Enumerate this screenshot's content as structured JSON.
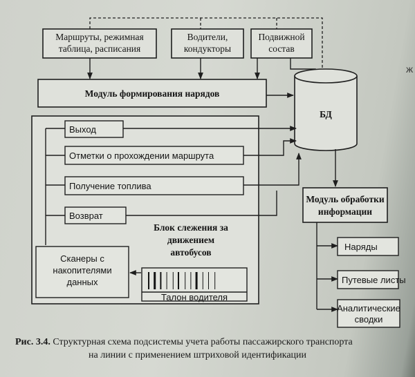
{
  "diagram": {
    "sources": {
      "routes": [
        "Маршруты, режимная",
        "таблица, расписания"
      ],
      "drivers": [
        "Водители,",
        "кондукторы"
      ],
      "rolling_stock": [
        "Подвижной",
        "состав"
      ]
    },
    "order_module": "Модуль формирования нарядов",
    "database": "БД",
    "tracking_block": {
      "title": [
        "Блок слежения за",
        "движением",
        "автобусов"
      ],
      "items": [
        "Выход",
        "Отметки о прохождении маршрута",
        "Получение топлива",
        "Возврат"
      ],
      "scanners": [
        "Сканеры с",
        "накопителями",
        "данных"
      ],
      "ticket": "Талон водителя"
    },
    "processing_module": [
      "Модуль обработки",
      "информации"
    ],
    "outputs": [
      [
        "Наряды"
      ],
      [
        "Путевые листы"
      ],
      [
        "Аналитические",
        "сводки"
      ]
    ]
  },
  "caption": {
    "label": "Рис. 3.4.",
    "line1": "Структурная схема подсистемы учета работы пассажирского транспорта",
    "line2": "на линии с применением штриховой идентификации"
  },
  "page_edge_text": "Ж"
}
